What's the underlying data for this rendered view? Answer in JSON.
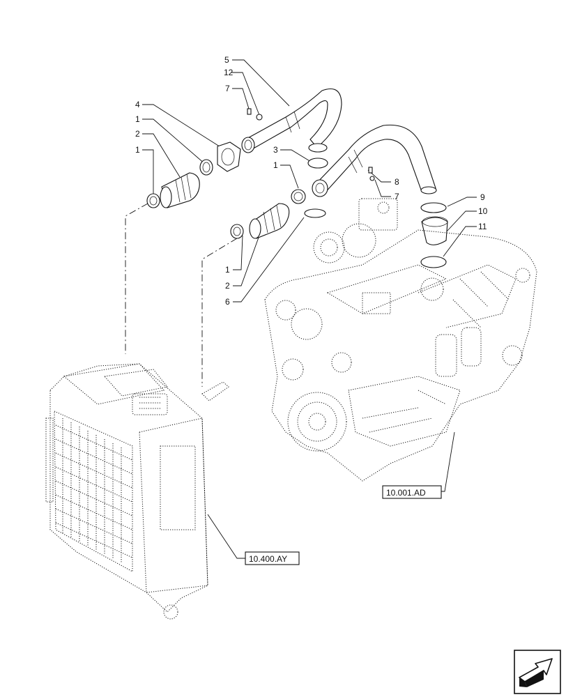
{
  "callouts": {
    "c5": "5",
    "c12": "12",
    "c7a": "7",
    "c4": "4",
    "c1a": "1",
    "c2a": "2",
    "c1b": "1",
    "c3": "3",
    "c1c": "1",
    "c8": "8",
    "c7b": "7",
    "c9": "9",
    "c10": "10",
    "c11": "11",
    "c1d": "1",
    "c2b": "2",
    "c6": "6"
  },
  "references": {
    "engine": "10.001.AD",
    "radiator": "10.400.AY"
  },
  "nav_icon": "next-page-arrow-icon"
}
